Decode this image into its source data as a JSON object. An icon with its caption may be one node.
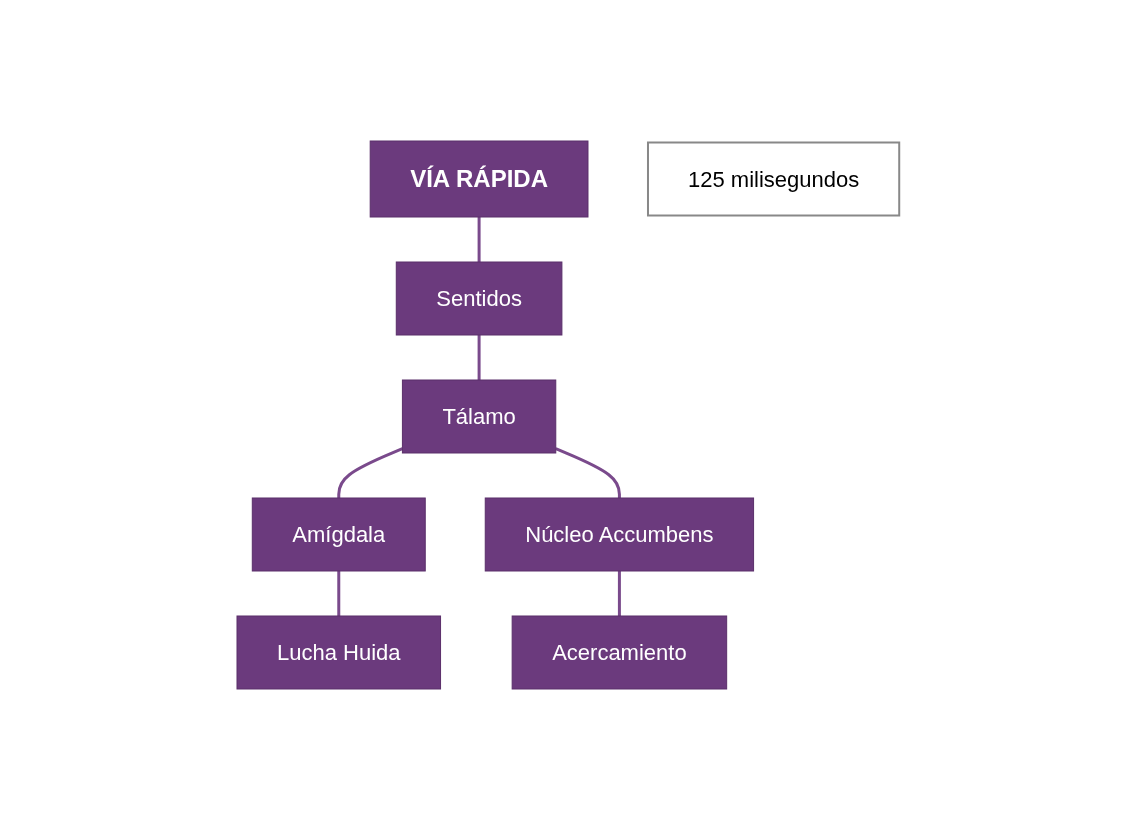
{
  "diagram": {
    "nodes": [
      {
        "text": [
          "VÍA RÁPIDA"
        ]
      },
      {
        "text": [
          "Sentidos"
        ]
      },
      {
        "text": [
          "Tálamo"
        ]
      },
      {
        "text": [
          "Amígdala"
        ]
      },
      {
        "text": [
          "Núcleo Accumbens"
        ]
      },
      {
        "text": [
          "Lucha Huida"
        ]
      },
      {
        "text": [
          "Acercamiento"
        ]
      },
      {
        "text": [
          "125 milisegundos"
        ]
      }
    ],
    "edges": [
      {
        "from": 0,
        "to": 1,
        "arrow": "none"
      },
      {
        "from": 1,
        "to": 2,
        "arrow": "none"
      },
      {
        "from": 2,
        "to": 3,
        "arrow": "none"
      },
      {
        "from": 2,
        "to": 4,
        "arrow": "none"
      },
      {
        "from": 3,
        "to": 5,
        "arrow": "none"
      },
      {
        "from": 4,
        "to": 6,
        "arrow": "none"
      }
    ]
  }
}
